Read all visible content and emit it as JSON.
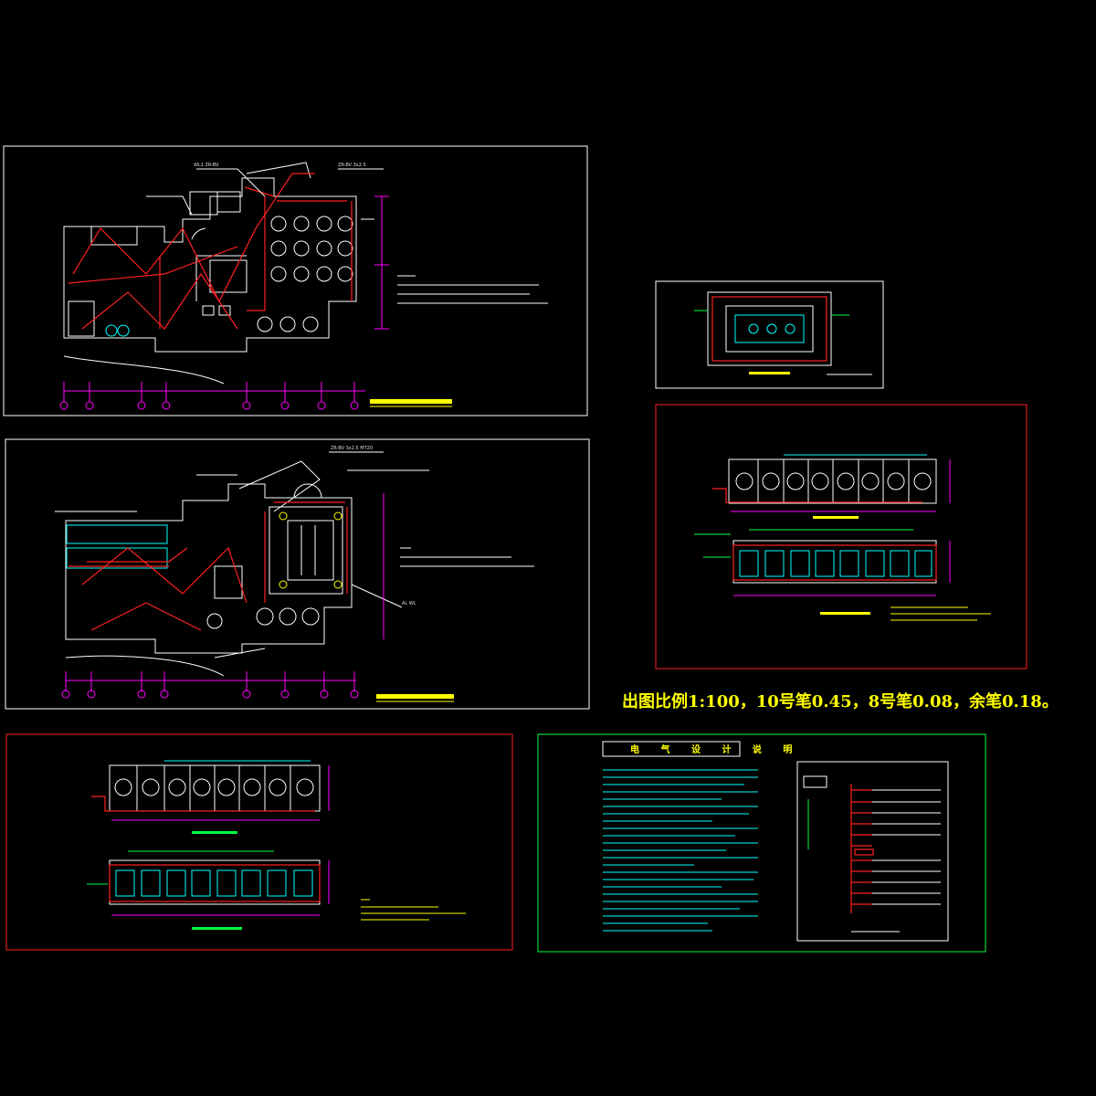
{
  "scale_note": "出图比例1:100，10号笔0.45，8号笔0.08，余笔0.18。",
  "design_notes_title": "电 气 设 计 说 明",
  "colors": {
    "background": "#000000",
    "frame_white": "#ffffff",
    "frame_red": "#ff2020",
    "frame_green": "#00ff3c",
    "wiring": "#ff2020",
    "walls": "#ffffff",
    "fixtures": "#00ffff",
    "dimensions": "#ff00ff",
    "labels": "#ffff00"
  },
  "icons": [
    "floor-plan",
    "dimension-line",
    "grid-axis-marker",
    "light-fixture",
    "distribution-board"
  ]
}
